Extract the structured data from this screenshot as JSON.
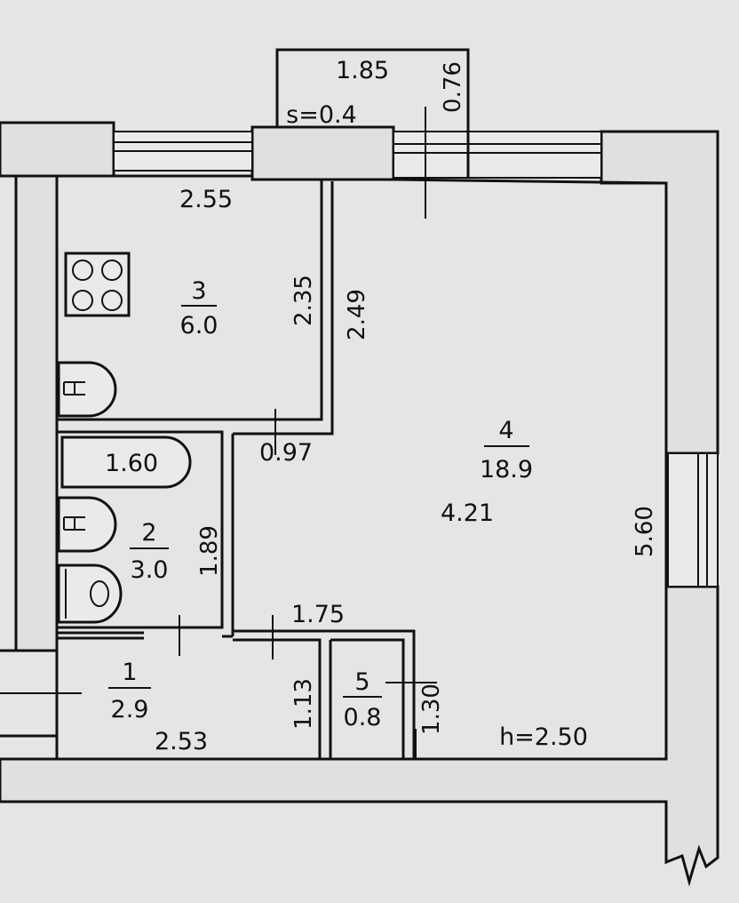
{
  "plan": {
    "rooms": [
      {
        "number": "1",
        "area": "2.9"
      },
      {
        "number": "2",
        "area": "3.0"
      },
      {
        "number": "3",
        "area": "6.0"
      },
      {
        "number": "4",
        "area": "18.9"
      },
      {
        "number": "5",
        "area": "0.8"
      }
    ],
    "dimensions": {
      "balcony_width": "1.85",
      "balcony_depth": "0.76",
      "balcony_slab": "s=0.4",
      "kitchen_width": "2.55",
      "kitchen_depth": "2.35",
      "partition_length": "2.49",
      "partition_gap": "0.97",
      "bathroom_width": "1.60",
      "bathroom_depth": "1.89",
      "room_width": "4.21",
      "room_depth": "5.60",
      "corridor_width": "1.75",
      "hall_width": "2.53",
      "hall_depth": "1.13",
      "closet_depth": "1.30",
      "ceiling_height": "h=2.50"
    }
  }
}
